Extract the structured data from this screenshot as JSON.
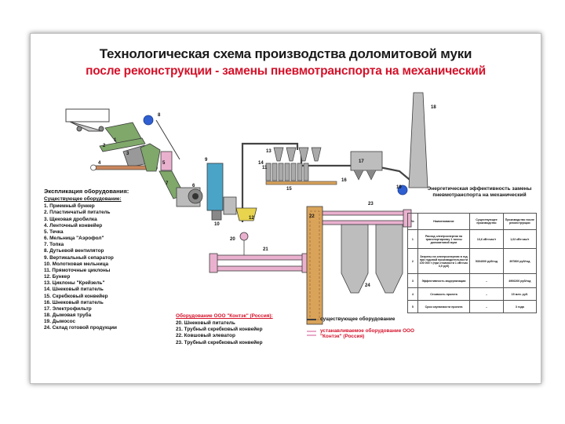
{
  "title": "Технологическая схема производства доломитовой муки",
  "subtitle": "после реконструкции - замены пневмотранспорта на механический",
  "explication": {
    "heading": "Экспликация оборудования:",
    "existing_heading": "Существующее оборудование:",
    "items": [
      "1. Приемный бункер",
      "2. Пластинчатый питатель",
      "3. Щековая дробилка",
      "4. Ленточный конвейер",
      "5. Течка",
      "6. Мельница \"Аэрофол\"",
      "7. Топка",
      "8. Дутьевой вентилятор",
      "9. Вертикальный сепаратор",
      "10. Молотковая мельница",
      "11. Прямоточные циклоны",
      "12. Бункер",
      "13. Циклоны \"Крейзель\"",
      "14. Шнековый питатель",
      "15. Скребковый конвейер",
      "16. Шнековый питатель",
      "17. Электрофильтр",
      "18. Дымовая труба",
      "19. Дымосос",
      "24. Склад готовой продукции"
    ]
  },
  "kontek": {
    "heading": "Оборудование ООО \"Контэк\" (Россия):",
    "items": [
      "20. Шнековый питатель",
      "21. Трубный скребковый конвейер",
      "22. Ковшовый элеватор",
      "23. Трубный скребковый конвейер"
    ]
  },
  "key": {
    "existing": "существующее оборудование",
    "installed": "устанавливаемое оборудование ООО \"Контэк\" (Россия)"
  },
  "efficiency": {
    "title": "Энергетическая эффективность замены пневмотранспорта на механический",
    "columns": [
      "№",
      "Наименование",
      "Существующее производство",
      "Производство после реконструкции"
    ],
    "rows": [
      [
        "1",
        "Расход электроэнергии на транспортировку 1 тонны доломитовой муки",
        "13,6 кВт•час/т",
        "1,02 кВт•час/т"
      ],
      [
        "2",
        "Затраты на электроэнергию в год при годовой производительности 100 000 т (при стоимости 1 кВт•час 3,9 руб)",
        "5304000 руб/год",
        "397800 руб/год"
      ],
      [
        "3",
        "Эффективность модернизации",
        "–",
        "4906200 руб/год"
      ],
      [
        "4",
        "Стоимость проекта",
        "–",
        "15 млн. руб."
      ],
      [
        "5",
        "Срок окупаемости проекта",
        "–",
        "3 года"
      ]
    ]
  },
  "numbers": [
    "1",
    "2",
    "3",
    "4",
    "5",
    "6",
    "7",
    "8",
    "9",
    "10",
    "11",
    "12",
    "13",
    "14",
    "15",
    "16",
    "17",
    "18",
    "19",
    "20",
    "21",
    "22",
    "23",
    "24"
  ],
  "colors": {
    "existing": "#3d3d3d",
    "installed": "#e8aac8",
    "accent_red": "#d4122a",
    "bunker_green": "#7fa86a",
    "pink_structure": "#eab1cf",
    "elevator_orange": "#d9a35a",
    "fan_blue": "#2f5fd1",
    "grey": "#a9a9a9"
  }
}
